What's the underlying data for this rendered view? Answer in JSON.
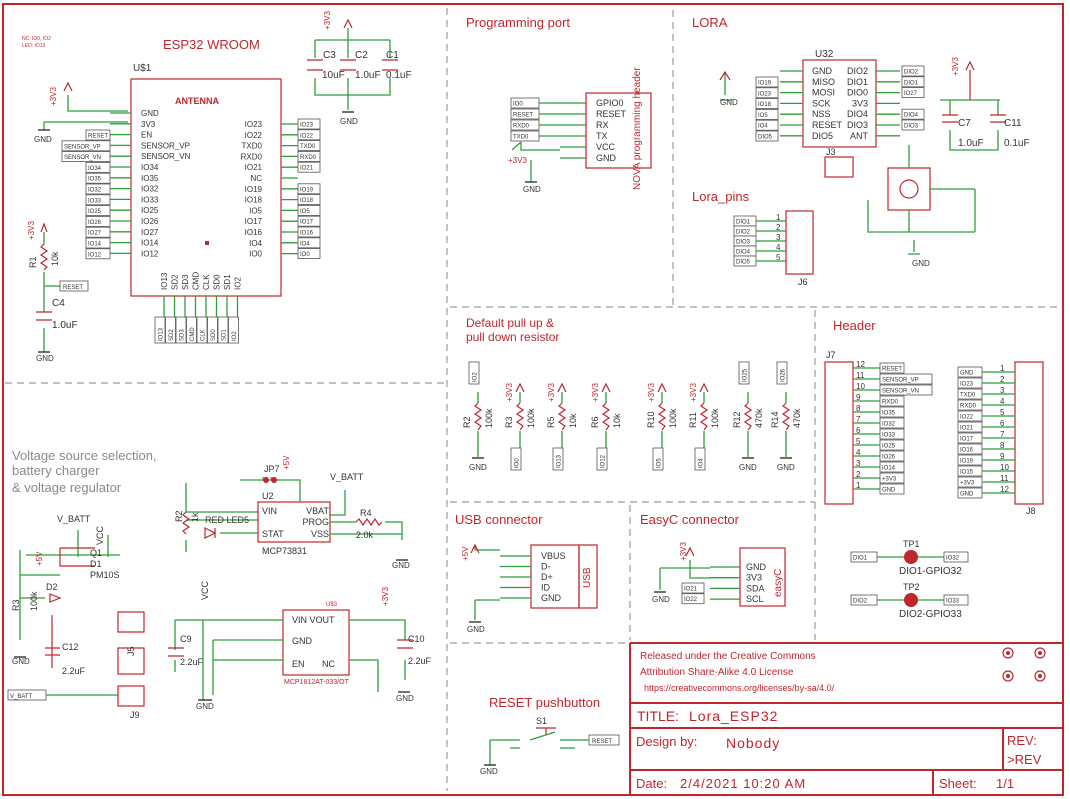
{
  "notes": {
    "nc": "NC: IO0, IO2",
    "led": "LED: IO13"
  },
  "sections": {
    "esp32": "ESP32 WROOM",
    "programming": "Programming port",
    "lora": "LORA",
    "lora_pins": "Lora_pins",
    "pull": "Default pull up &",
    "pull2": "pull down resistor",
    "header": "Header",
    "voltage1": "Voltage source selection,",
    "voltage2": "battery charger",
    "voltage3": "& voltage regulator",
    "usb": "USB connector",
    "easyc": "EasyC connector",
    "reset": "RESET pushbutton"
  },
  "esp32": {
    "ref": "U$1",
    "antenna": "ANTENNA",
    "left_pins": [
      "GND",
      "3V3",
      "EN",
      "SENSOR_VP",
      "SENSOR_VN",
      "IO34",
      "IO35",
      "IO32",
      "IO33",
      "IO25",
      "IO26",
      "IO27",
      "IO14",
      "IO12"
    ],
    "right_pins": [
      "IO23",
      "IO22",
      "TXD0",
      "RXD0",
      "IO21",
      "NC",
      "IO19",
      "IO18",
      "IO5",
      "IO17",
      "IO16",
      "IO4",
      "IO0"
    ],
    "bottom_pins": [
      "IO13",
      "SD2",
      "SD3",
      "CMD",
      "CLK",
      "SD0",
      "SD1",
      "IO2"
    ],
    "left_labels": [
      "RESET",
      "SENSOR_VP",
      "SENSOR_VN",
      "IO34",
      "IO35",
      "IO32",
      "IO33",
      "IO25",
      "IO26",
      "IO27",
      "IO14",
      "IO12"
    ],
    "right_labels": [
      "IO23",
      "IO22",
      "TXD0",
      "RXD0",
      "IO21",
      "IO19",
      "IO18",
      "IO5",
      "IO17",
      "IO16",
      "IO4",
      "IO0"
    ]
  },
  "power_caps": {
    "c3": "C3",
    "c2": "C2",
    "c1": "C1",
    "v3": "10uF",
    "v2": "1.0uF",
    "v1": "0.1uF",
    "supply": "+3V3",
    "gnd": "GND"
  },
  "reset_net": {
    "supply": "+3V3",
    "r": "R1",
    "rv": "10k",
    "net": "RESET",
    "c": "C4",
    "cv": "1.0uF",
    "gnd": "GND"
  },
  "programming": {
    "pins": [
      "GPIO0",
      "RESET",
      "RX",
      "TX",
      "VCC",
      "GND"
    ],
    "labels": [
      "IO0",
      "RESET",
      "RXD0",
      "TXD0"
    ],
    "name": "NOVA programming header",
    "supply": "+3V3",
    "gnd": "GND"
  },
  "lora": {
    "ref": "U32",
    "left_pins": [
      "GND",
      "MISO",
      "MOSI",
      "SCK",
      "NSS",
      "RESET",
      "DIO5"
    ],
    "right_pins": [
      "DIO2",
      "DIO1",
      "DIO0",
      "3V3",
      "DIO4",
      "DIO3",
      "ANT"
    ],
    "left_labels": [
      "IO19",
      "IO23",
      "IO18",
      "IO5",
      "IO4",
      "DIO5"
    ],
    "right_labels": [
      "DIO2",
      "DIO1",
      "IO27",
      "DIO4",
      "DIO3"
    ],
    "jumper": "J3",
    "c7": "C7",
    "c7v": "1.0uF",
    "c11": "C11",
    "c11v": "0.1uF",
    "supply": "+3V3",
    "gnd": "GND"
  },
  "lora_pins": {
    "labels": [
      "DIO1",
      "DIO2",
      "DIO3",
      "DIO4",
      "DIO5"
    ],
    "numbers": [
      "1",
      "2",
      "3",
      "4",
      "5"
    ],
    "ref": "J6"
  },
  "pulls": [
    {
      "net": "IO2",
      "ref": "R2",
      "val": "100k",
      "bottom": "GND"
    },
    {
      "net": "+3V3",
      "ref": "R3",
      "val": "100k",
      "bottom": "IO0"
    },
    {
      "net": "+3V3",
      "ref": "R5",
      "val": "10k",
      "bottom": "IO13"
    },
    {
      "net": "+3V3",
      "ref": "R6",
      "val": "10k",
      "bottom": "IO12"
    },
    {
      "net": "+3V3",
      "ref": "R10",
      "val": "100k",
      "bottom": "IO5"
    },
    {
      "net": "+3V3",
      "ref": "R11",
      "val": "100k",
      "bottom": "IO4"
    },
    {
      "net": "IO25",
      "ref": "R12",
      "val": "470k",
      "bottom": "GND"
    },
    {
      "net": "IO26",
      "ref": "R14",
      "val": "470k",
      "bottom": "GND"
    }
  ],
  "header": {
    "j7": "J7",
    "j8": "J8",
    "j7_nums": [
      "12",
      "11",
      "10",
      "9",
      "8",
      "7",
      "6",
      "5",
      "4",
      "3",
      "2",
      "1"
    ],
    "j7_labels": [
      "RESET",
      "SENSOR_VP",
      "SENSOR_VN",
      "RXD0",
      "IO35",
      "IO32",
      "IO33",
      "IO25",
      "IO26",
      "IO14",
      "+3V3",
      "GND"
    ],
    "j8_nums": [
      "1",
      "2",
      "3",
      "4",
      "5",
      "6",
      "7",
      "8",
      "9",
      "10",
      "11",
      "12"
    ],
    "j8_labels": [
      "GND",
      "IO23",
      "TXD0",
      "RXD0",
      "IO22",
      "IO21",
      "IO17",
      "IO16",
      "IO19",
      "IO15",
      "+3V3",
      "GND"
    ]
  },
  "testpoints": [
    {
      "ref": "TP1",
      "left": "DIO1",
      "right": "IO32",
      "name": "DIO1-GPIO32"
    },
    {
      "ref": "TP2",
      "left": "DIO2",
      "right": "IO33",
      "name": "DIO2-GPIO33"
    }
  ],
  "voltage": {
    "vbatt": "V_BATT",
    "vcc": "VCC",
    "v5": "+5V",
    "q1": "Q1",
    "q1v": "PM10S",
    "d1": "D1",
    "d2": "D2",
    "r3": "R3",
    "r3v": "100k",
    "c12": "C12",
    "c12v": "2.2uF",
    "j9": "J9",
    "j5": "J5",
    "jp7": "JP7",
    "r2": "R2",
    "r2v": "1k",
    "led": "RED LED5",
    "u2": "U2",
    "u2name": "MCP73831",
    "u2pins": [
      "VIN",
      "VBAT",
      "PROG",
      "STAT",
      "VSS"
    ],
    "r4": "R4",
    "r4v": "2.0k",
    "u3": "U$3",
    "u3name": "MCP1812AT-033/OT",
    "u3pins": [
      "VIN VOUT",
      "GND",
      "EN",
      "NC"
    ],
    "c9": "C9",
    "c9v": "2.2uF",
    "c10": "C10",
    "c10v": "2.2uF",
    "v33": "+3V3",
    "gnd": "GND",
    "vbatt_label": "V_BATT"
  },
  "usb": {
    "pins": [
      "VBUS",
      "D-",
      "D+",
      "ID",
      "GND"
    ],
    "name": "USB",
    "supply": "+5V",
    "gnd": "GND"
  },
  "easyc": {
    "pins": [
      "GND",
      "3V3",
      "SDA",
      "SCL"
    ],
    "labels": [
      "IO21",
      "IO22"
    ],
    "name": "easyC",
    "supply": "+3V3",
    "gnd": "GND"
  },
  "reset_btn": {
    "ref": "S1",
    "net": "RESET",
    "gnd": "GND"
  },
  "license": {
    "l1": "Released under the Creative Commons",
    "l2": "Attribution Share-Alike 4.0 License",
    "l3": "https://creativecommons.org/licenses/by-sa/4.0/"
  },
  "titleblock": {
    "title_label": "TITLE:",
    "title": "Lora_ESP32",
    "design_label": "Design by:",
    "design": "Nobody",
    "rev_label": "REV:",
    "rev": ">REV",
    "date_label": "Date:",
    "date": "2/4/2021 10:20 AM",
    "sheet_label": "Sheet:",
    "sheet": "1/1"
  }
}
